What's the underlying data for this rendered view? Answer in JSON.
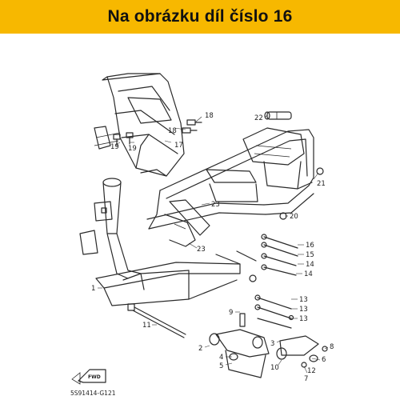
{
  "banner": {
    "text": "Na obrázku díl číslo 16",
    "color": "#f7b800"
  },
  "diagram": {
    "code": "5S91414-G121",
    "fwd_label": "FWD",
    "callouts": [
      "1",
      "2",
      "3",
      "4",
      "5",
      "6",
      "7",
      "8",
      "9",
      "10",
      "11",
      "12",
      "13",
      "13",
      "13",
      "14",
      "14",
      "15",
      "16",
      "17",
      "18",
      "18",
      "19",
      "19",
      "20",
      "21",
      "22",
      "23",
      "23"
    ]
  }
}
